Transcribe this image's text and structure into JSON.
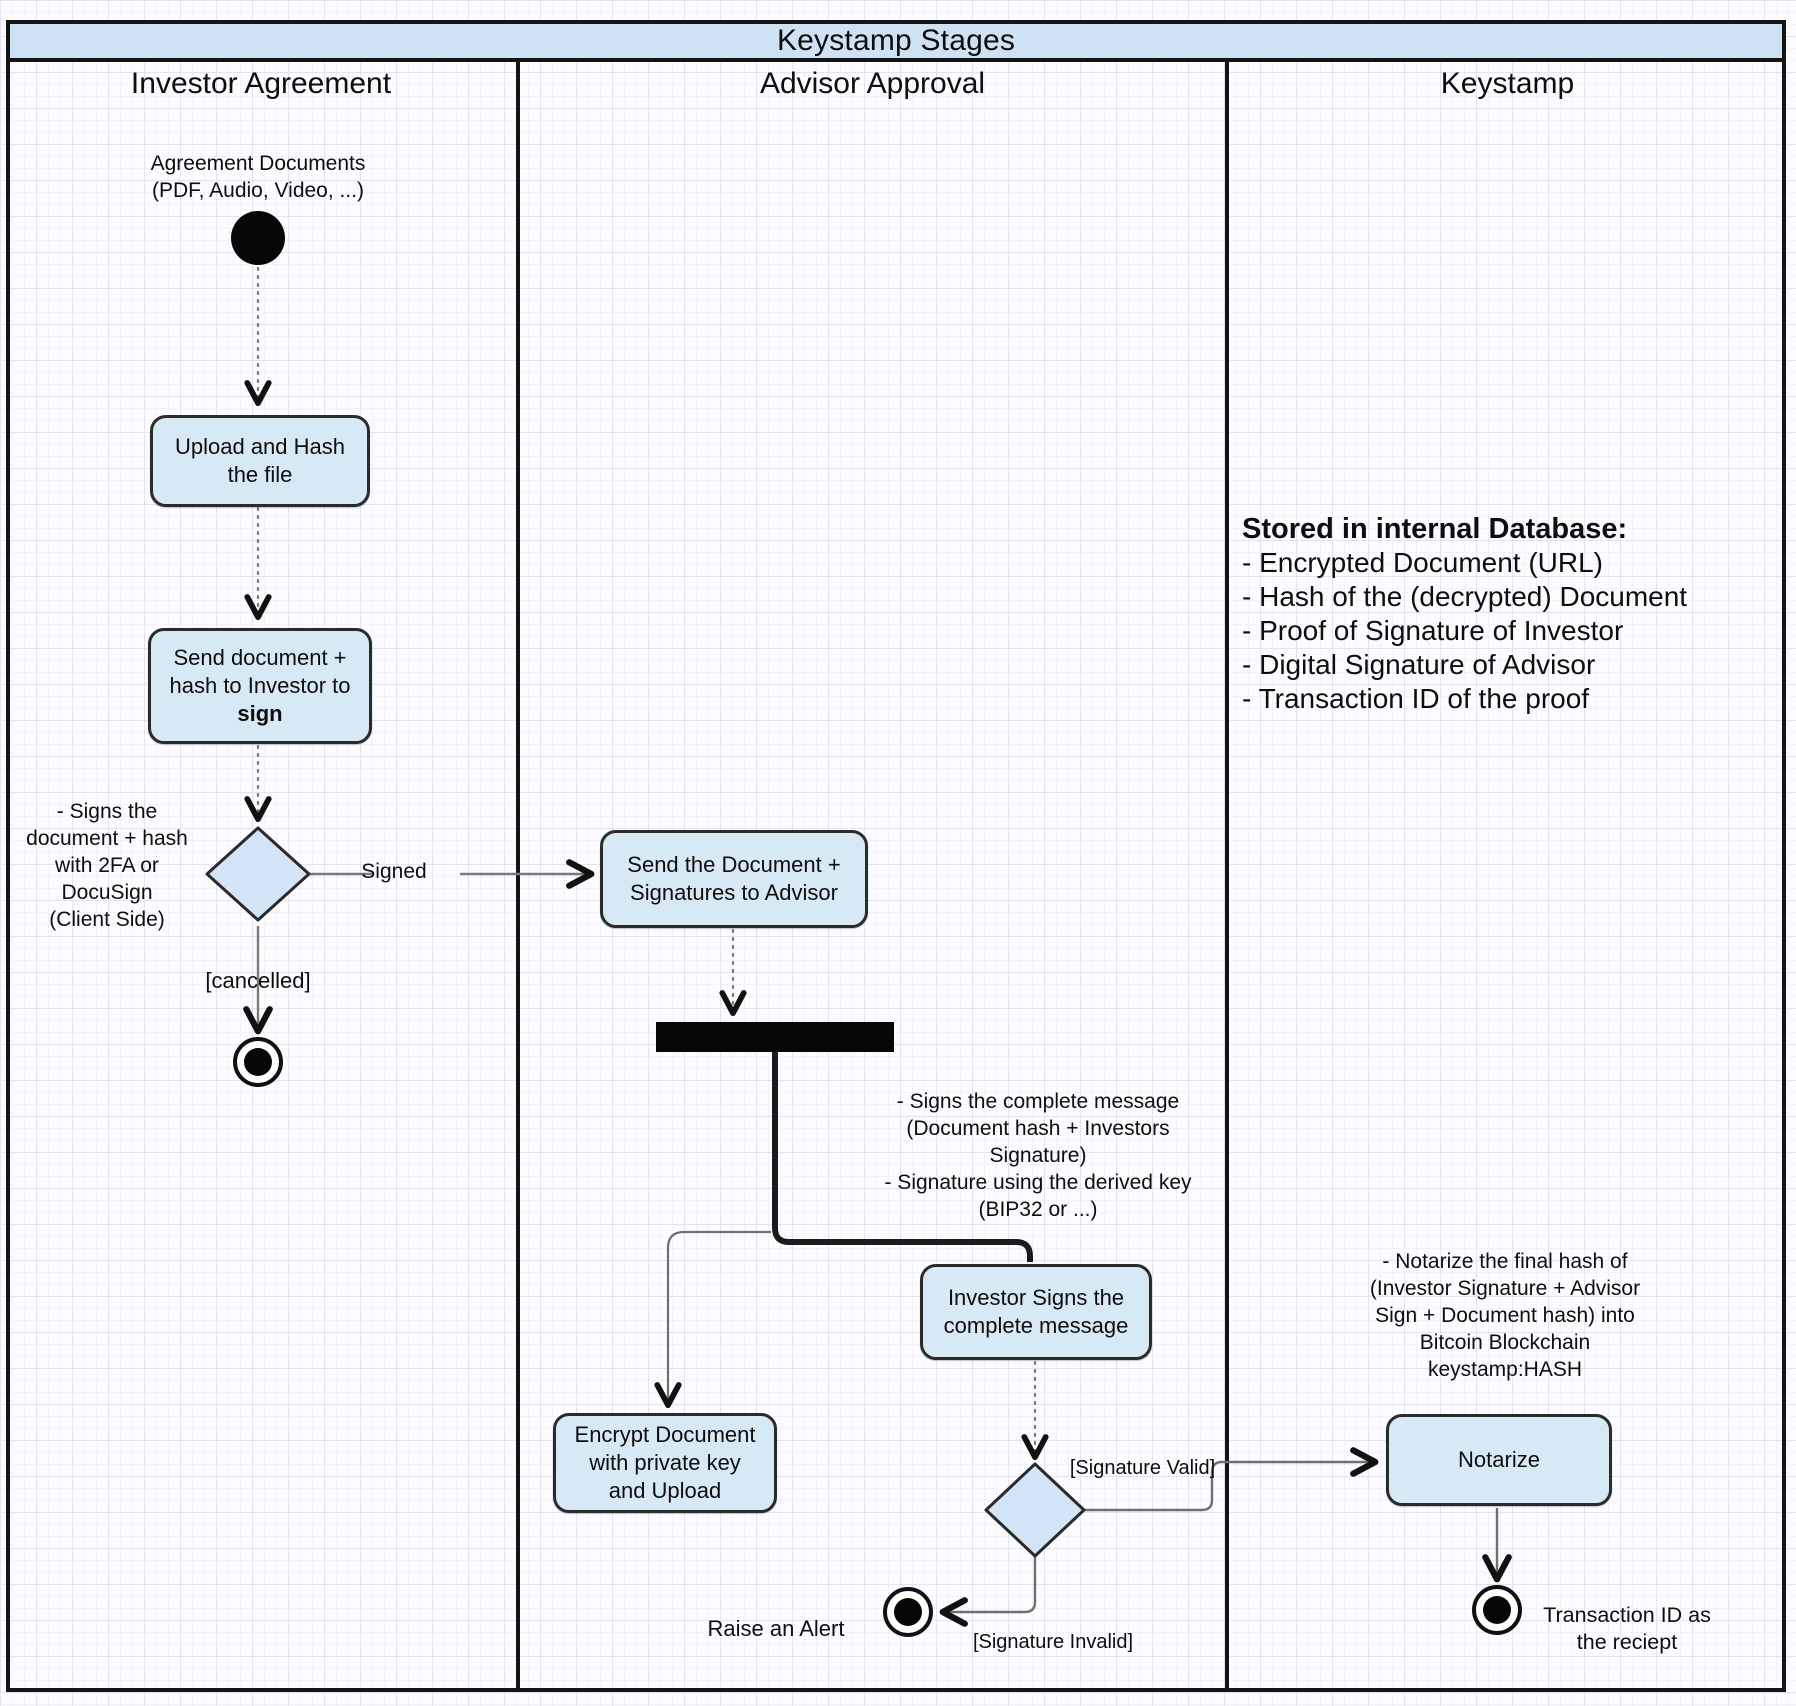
{
  "diagram_title": "Keystamp Stages",
  "lanes": {
    "investor": "Investor Agreement",
    "advisor": "Advisor Approval",
    "keystamp": "Keystamp"
  },
  "investor_lane": {
    "start_note": "Agreement Documents\n(PDF, Audio, Video, ...)",
    "upload_activity": "Upload and Hash\nthe file",
    "send_activity_text": "Send document +\nhash to Investor to",
    "send_activity_bold": "sign",
    "decision_note": "- Signs the\ndocument + hash\nwith 2FA or\nDocuSign\n(Client Side)",
    "signed_label": "Signed",
    "cancelled_label": "[cancelled]"
  },
  "advisor_lane": {
    "receive_activity": "Send the Document +\nSignatures to Advisor",
    "fork_note": "- Signs the complete message\n(Document hash + Investors\nSignature)\n- Signature using the derived key\n(BIP32 or ...)",
    "sign_activity": "Investor Signs the\ncomplete message",
    "encrypt_activity": "Encrypt Document\nwith private key\nand Upload",
    "valid_label": "[Signature Valid]",
    "invalid_label": "[Signature Invalid]",
    "alert_label": "Raise an Alert"
  },
  "keystamp_lane": {
    "db_note_title": "Stored in internal Database:",
    "db_note_items": [
      "- Encrypted Document (URL)",
      "- Hash of the (decrypted) Document",
      "- Proof of Signature of Investor",
      "- Digital Signature of Advisor",
      "- Transaction ID of the proof"
    ],
    "notarize_note": "- Notarize the final hash of\n(Investor Signature + Advisor\nSign + Document hash) into\nBitcoin Blockchain\nkeystamp:HASH",
    "notarize_activity": "Notarize",
    "receipt_label": "Transaction ID as\nthe reciept"
  },
  "colors": {
    "title_bg": "#cfe2f3",
    "node_fill": "#d8e9f6",
    "node_border": "#2b2b2b",
    "lane_border": "#141414"
  }
}
